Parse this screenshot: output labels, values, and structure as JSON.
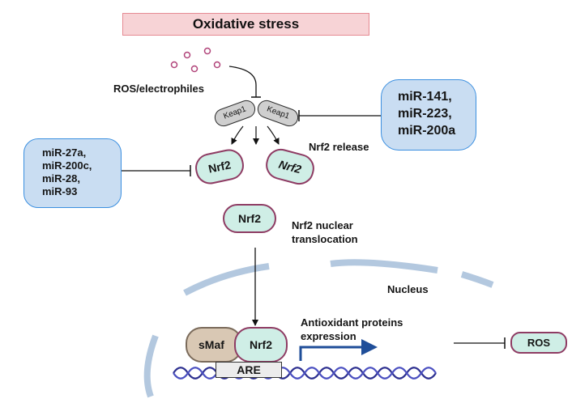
{
  "title": "Oxidative stress",
  "ros_electrophiles": "ROS/electrophiles",
  "keap1_left": "Keap1",
  "keap1_right": "Keap1",
  "mir_right": [
    "miR-141,",
    "miR-223,",
    "miR-200a"
  ],
  "mir_left": [
    "miR-27a,",
    "miR-200c,",
    "miR-28,",
    "miR-93"
  ],
  "nrf2_bound": "Nrf2",
  "nrf2_released": "Nrf2",
  "nrf2_release_label": "Nrf2 release",
  "nrf2_translocating": "Nrf2",
  "translocation_label": [
    "Nrf2 nuclear",
    "translocation"
  ],
  "nucleus_label": "Nucleus",
  "smaf_label": "sMaf",
  "nrf2_nuclear": "Nrf2",
  "are_label": "ARE",
  "antioxidant_label": [
    "Antioxidant proteins",
    "expression"
  ],
  "ros_box_label": "ROS",
  "colors": {
    "title_fill": "#f7d3d6",
    "mirna_fill": "#c9ddf2",
    "mirna_border": "#3b8fe0",
    "nrf2_fill": "#cfeee6",
    "nrf2_border": "#8e3b63",
    "nucleus_membrane": "#b3c8df",
    "dna_strand_a": "#2c2f8f",
    "dna_strand_b": "#4a4fc0",
    "arrow_expression": "#1f4e99"
  }
}
